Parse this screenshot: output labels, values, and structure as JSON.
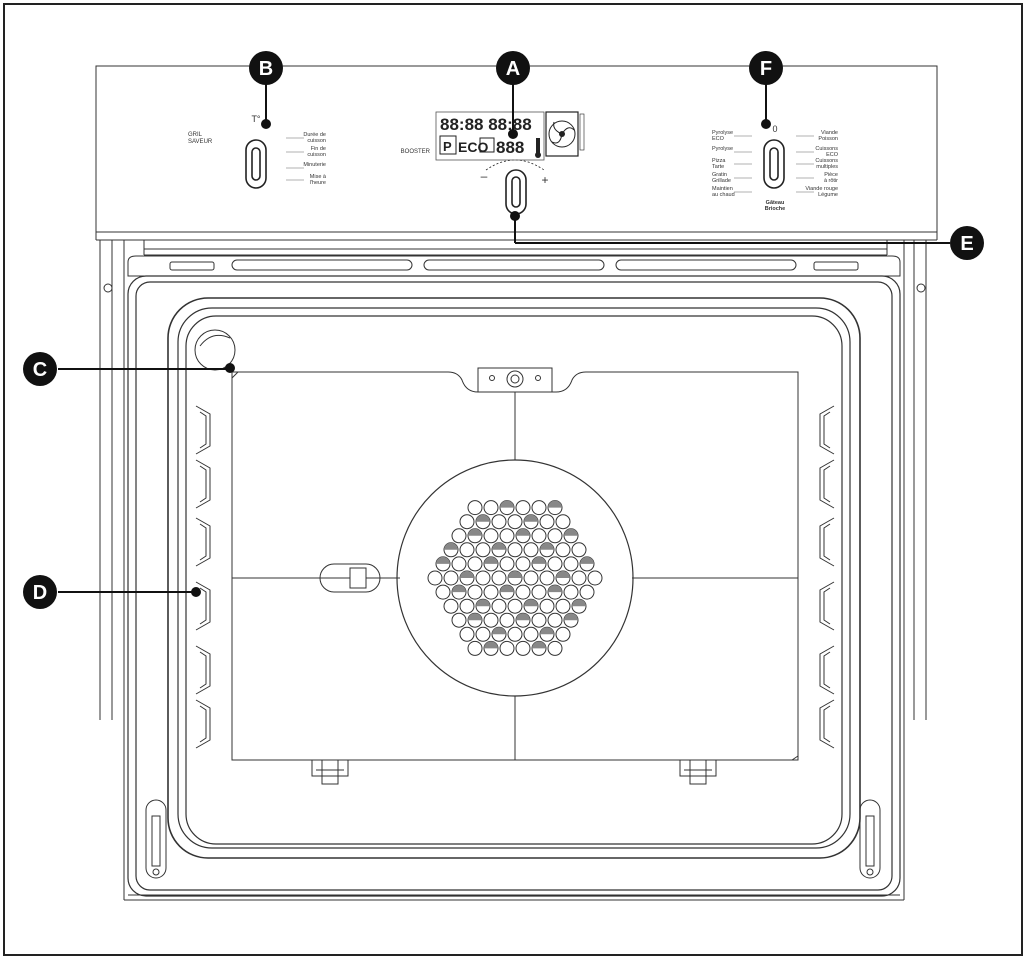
{
  "callouts": [
    {
      "id": "A",
      "letter": "A"
    },
    {
      "id": "B",
      "letter": "B"
    },
    {
      "id": "C",
      "letter": "C"
    },
    {
      "id": "D",
      "letter": "D"
    },
    {
      "id": "E",
      "letter": "E"
    },
    {
      "id": "F",
      "letter": "F"
    }
  ],
  "left_panel": {
    "side_label_1": "GRIL",
    "side_label_2": "SAVEUR",
    "top_symbol": "T°",
    "options": [
      [
        "Durée de",
        "cuisson"
      ],
      [
        "Fin de",
        "cuisson"
      ],
      [
        "Minuterie"
      ],
      [
        "Mise à",
        "l'heure"
      ]
    ]
  },
  "center_panel": {
    "booster_label": "BOOSTER",
    "display_top": "88:88 88:88",
    "display_bottom": "888",
    "eco_label": "ECO",
    "p_label": "P",
    "minus": "–",
    "plus": "+"
  },
  "right_panel": {
    "top_symbol": "0",
    "left_options": [
      [
        "Pyrolyse",
        "ECO"
      ],
      [
        "Pyrolyse"
      ],
      [
        "Pizza",
        "Tarte"
      ],
      [
        "Gratin",
        "Grillade"
      ],
      [
        "Maintien",
        "au chaud"
      ]
    ],
    "right_options": [
      [
        "Viande",
        "Poisson"
      ],
      [
        "Cuissons",
        "ECO"
      ],
      [
        "Cuissons",
        "multiples"
      ],
      [
        "Pièce",
        "à rôtir"
      ],
      [
        "Viande rouge",
        "Légume"
      ]
    ],
    "bottom_option": [
      "Gâteau",
      "Brioche"
    ]
  },
  "colors": {
    "line": "#222222",
    "callout_fill": "#111111",
    "callout_text": "#ffffff"
  }
}
